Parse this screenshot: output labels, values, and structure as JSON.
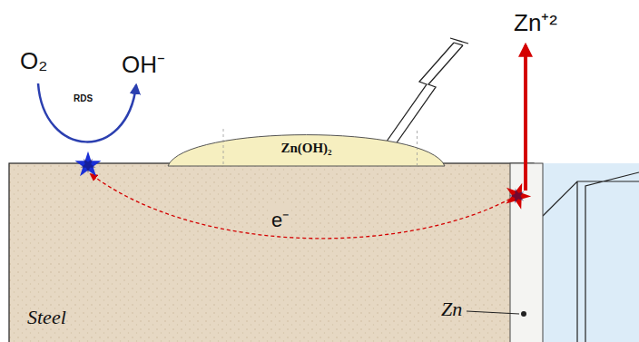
{
  "diagram": {
    "nodes": [
      {
        "text": [
          "Steel"
        ]
      },
      {
        "text": [
          "Zn(OH)₂"
        ]
      }
    ],
    "labels": [
      "O₂",
      "OH⁻",
      "RDS",
      "Zn⁺²",
      "e⁻",
      "Zn"
    ]
  }
}
